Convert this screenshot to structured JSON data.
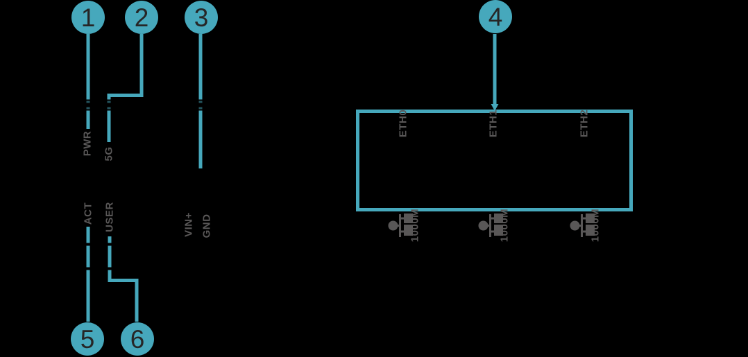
{
  "colors": {
    "background": "#000000",
    "accent_teal": "#46a8bc",
    "label_gray": "#595757",
    "callout_number": "#262626"
  },
  "callouts": [
    {
      "number": "1"
    },
    {
      "number": "2"
    },
    {
      "number": "3"
    },
    {
      "number": "4"
    },
    {
      "number": "5"
    },
    {
      "number": "6"
    }
  ],
  "led_labels": {
    "pwr": "PWR",
    "five_g": "5G",
    "act": "ACT",
    "user": "USER"
  },
  "power_labels": {
    "vin": "VIN+",
    "gnd": "GND"
  },
  "eth_ports": [
    {
      "name": "ETH0",
      "speed": "1000M",
      "icon": "ethernet-link-icon"
    },
    {
      "name": "ETH1",
      "speed": "1000M",
      "icon": "ethernet-link-icon"
    },
    {
      "name": "ETH2",
      "speed": "1000M",
      "icon": "ethernet-link-icon"
    }
  ]
}
